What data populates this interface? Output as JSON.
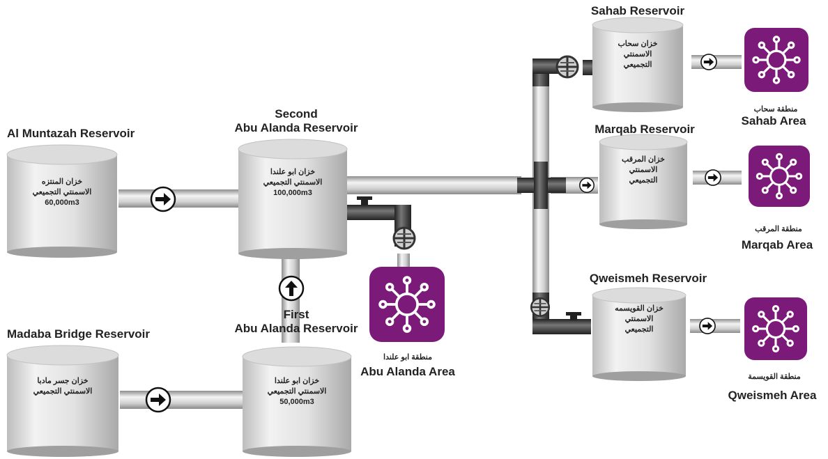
{
  "reservoirs": {
    "al_muntazah": {
      "title": "Al Muntazah Reservoir",
      "ar_line1": "خزان المنتزه",
      "ar_line2": "الاسمنتي التجميعي",
      "volume": "60,000m3"
    },
    "second_abu_alanda": {
      "title_line1": "Second",
      "title_line2": "Abu Alanda Reservoir",
      "ar_line1": "خزان ابو علندا",
      "ar_line2": "الاسمنتي التجميعي",
      "volume": "100,000m3"
    },
    "madaba_bridge": {
      "title": "Madaba Bridge Reservoir",
      "ar_line1": "خزان جسر مادبا",
      "ar_line2": "الاسمنتي التجميعي"
    },
    "first_abu_alanda": {
      "title_line1": "First",
      "title_line2": "Abu Alanda Reservoir",
      "ar_line1": "خزان ابو علندا",
      "ar_line2": "الاسمنتي التجميعي",
      "volume": "50,000m3"
    },
    "sahab": {
      "title": "Sahab Reservoir",
      "ar_line1": "خزان سحاب",
      "ar_line2": "الاسمنتي",
      "ar_line3": "التجميعي"
    },
    "marqab": {
      "title": "Marqab Reservoir",
      "ar_line1": "خزان المرقب",
      "ar_line2": "الاسمنتي",
      "ar_line3": "التجميعي"
    },
    "qweismeh": {
      "title": "Qweismeh Reservoir",
      "ar_line1": "خزان القويسمه",
      "ar_line2": "الاسمنتي",
      "ar_line3": "التجميعي"
    }
  },
  "areas": {
    "abu_alanda": {
      "ar": "منطقة ابو علندا",
      "en": "Abu Alanda Area"
    },
    "sahab": {
      "ar": "منطقة سحاب",
      "en": "Sahab Area"
    },
    "marqab": {
      "ar": "منطقة المرقب",
      "en": "Marqab Area"
    },
    "qweismeh": {
      "ar": "منطقة القويسمة",
      "en": "Qweismeh Area"
    }
  },
  "colors": {
    "area_icon": "#7b1a78",
    "pipe": "#c8c8c8",
    "valve": "#555555",
    "tank": "#e6e6e6"
  },
  "icons": {
    "flow_arrow": "arrow-right-circle-icon",
    "area": "distribution-network-icon",
    "valve": "gate-valve-icon"
  }
}
